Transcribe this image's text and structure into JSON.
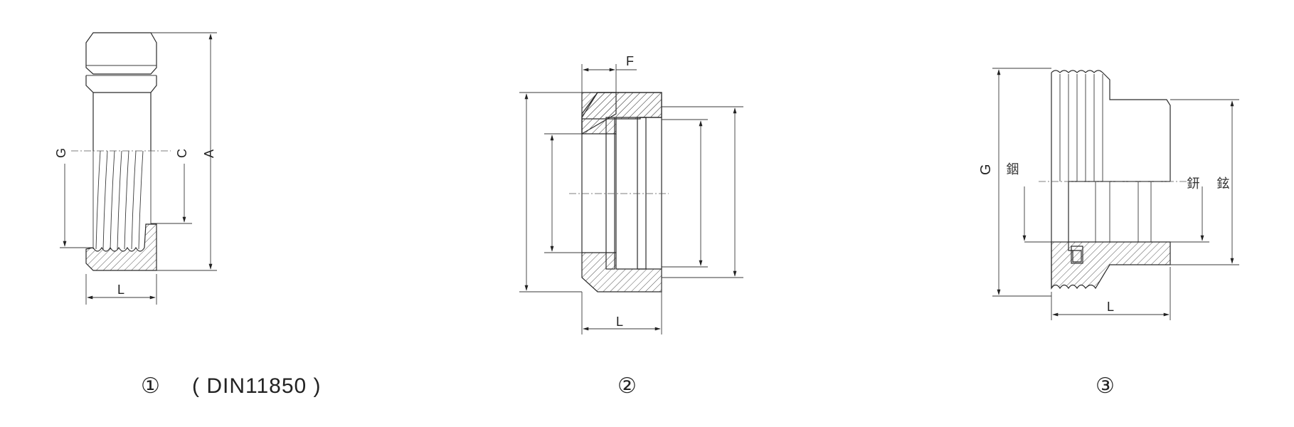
{
  "figure_1": {
    "labels": {
      "g": "G",
      "c": "C",
      "a": "A",
      "l": "L"
    },
    "caption_number": "①",
    "caption_note": "( DIN11850 )"
  },
  "figure_2": {
    "labels": {
      "f": "F",
      "l": "L"
    },
    "caption_number": "②"
  },
  "figure_3": {
    "labels": {
      "g": "G",
      "l": "L",
      "left_vertical": "銦",
      "mid_vertical": "鈃",
      "right_vertical": "鉉"
    },
    "caption_number": "③"
  },
  "colors": {
    "line": "#2b2b2b",
    "hatch": "#555555",
    "background": "#ffffff"
  }
}
